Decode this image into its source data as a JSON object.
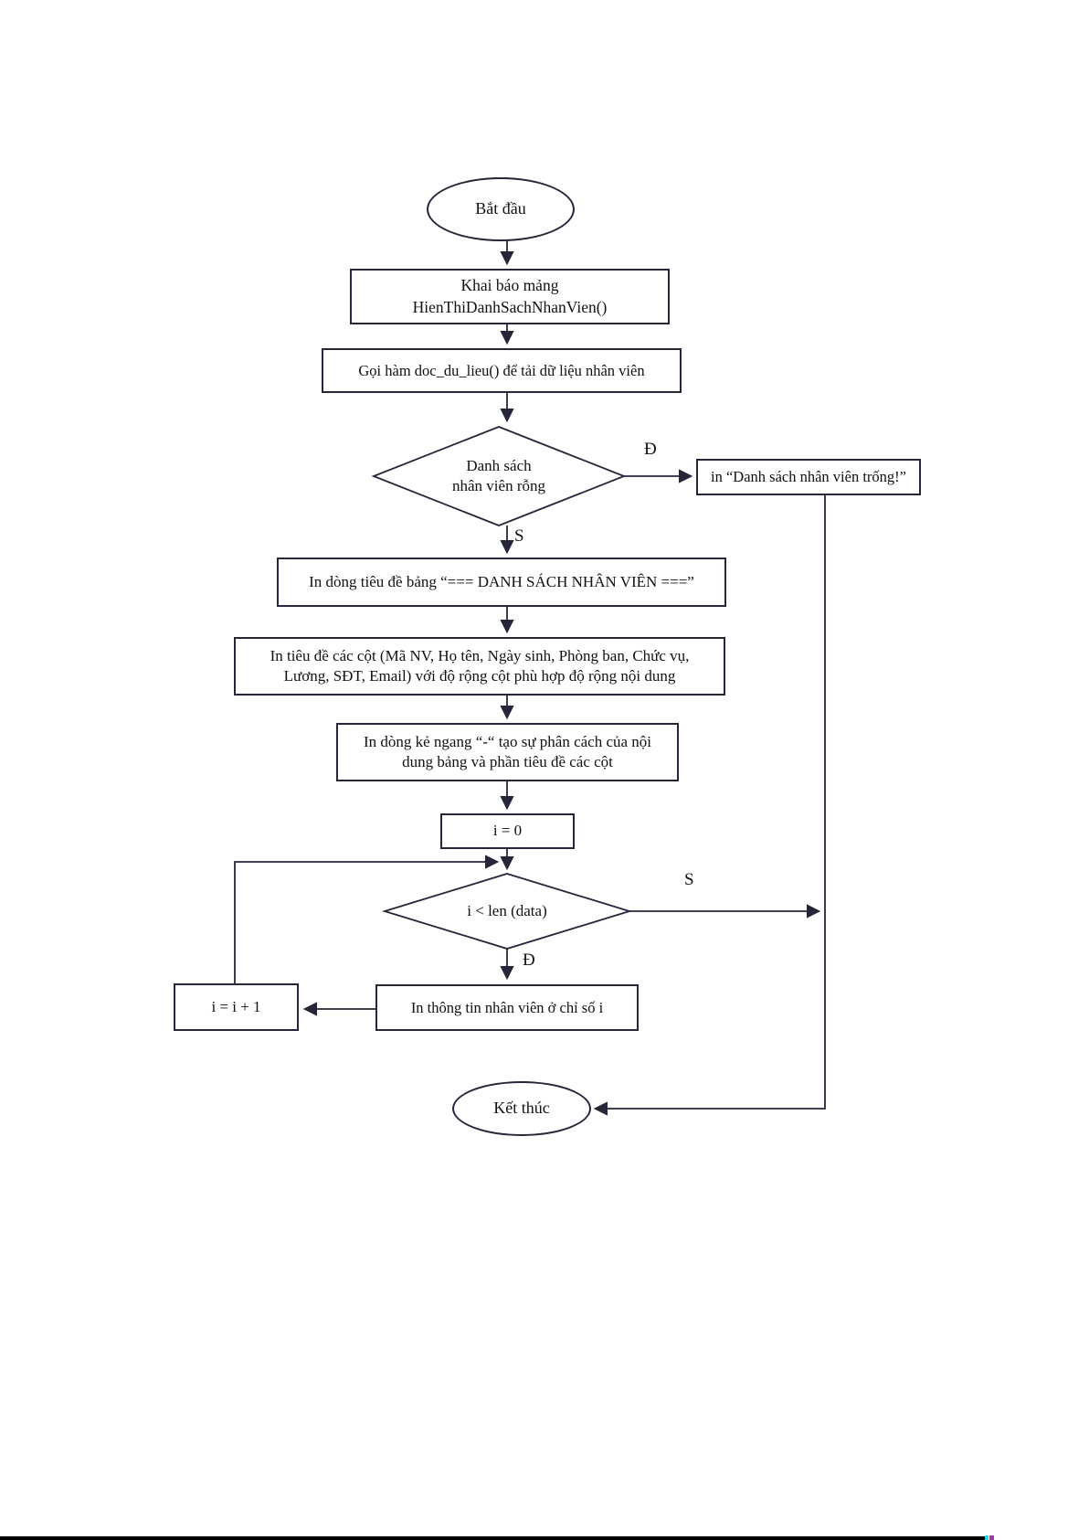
{
  "diagram": {
    "kind": "flowchart",
    "language": "vi",
    "nodes": {
      "start": {
        "label": "Bắt đầu"
      },
      "declare": {
        "line1": "Khai báo mảng",
        "line2": "HienThiDanhSachNhanVien()"
      },
      "load_data": {
        "label": "Gọi hàm doc_du_lieu() để tải dữ liệu nhân viên"
      },
      "check_empty": {
        "line1": "Danh sách",
        "line2": "nhân viên rỗng"
      },
      "print_empty": {
        "label": "in “Danh sách nhân viên trống!”"
      },
      "print_table_title": {
        "label": "In dòng tiêu đề bảng “=== DANH SÁCH NHÂN VIÊN ===”"
      },
      "print_column_headers": {
        "label": "In tiêu đề các cột (Mã NV, Họ tên, Ngày sinh, Phòng ban, Chức vụ, Lương, SĐT, Email) với độ rộng cột phù hợp độ rộng nội dung"
      },
      "print_separator": {
        "line1": "In dòng kẻ ngang “-“ tạo sự phân cách của nội",
        "line2": "dung bảng và phần tiêu đề các cột"
      },
      "init_counter": {
        "label": "i = 0"
      },
      "loop_condition": {
        "label": "i < len (data)"
      },
      "print_employee": {
        "label": "In thông tin nhân viên ở chỉ số i"
      },
      "increment": {
        "label": "i = i + 1"
      },
      "end": {
        "label": "Kết thúc"
      }
    },
    "edge_labels": {
      "empty_yes": "Đ",
      "empty_no": "S",
      "loop_no": "S",
      "loop_yes": "Đ"
    },
    "colors": {
      "line": "#26263a",
      "text": "#111111",
      "background": "#ffffff",
      "footer_bar": "#000000",
      "footer_dot_cyan": "#35cfe0",
      "footer_dot_magenta": "#a круг"
    }
  }
}
